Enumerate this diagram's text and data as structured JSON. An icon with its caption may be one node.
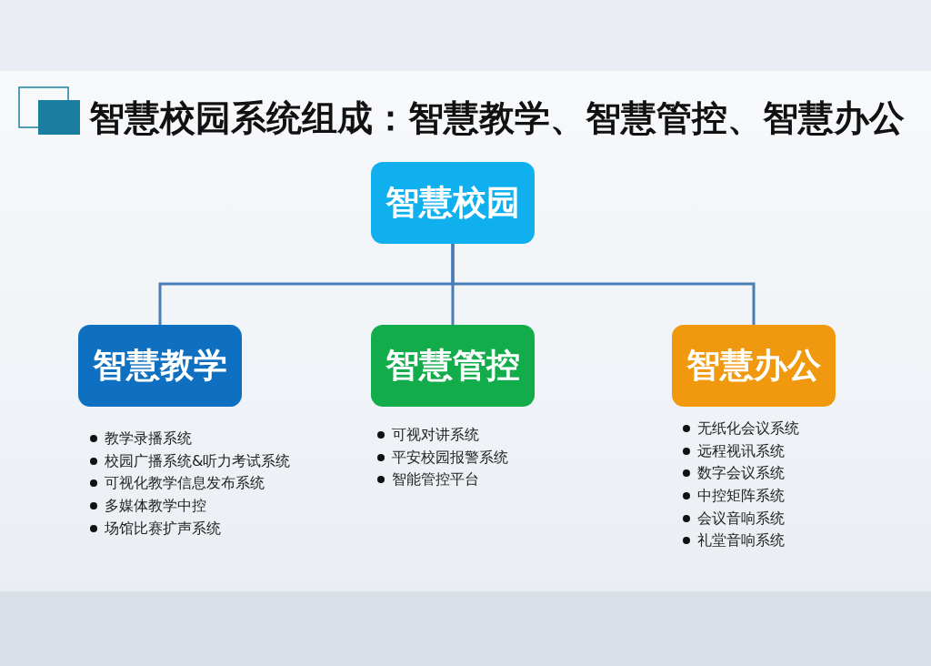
{
  "diagram": {
    "title": "智慧校园系统组成：智慧教学、智慧管控、智慧办公",
    "nodes": [
      {
        "text": [
          "智慧校园"
        ]
      },
      {
        "text": [
          "智慧教学"
        ],
        "beside": [
          "教学录播系统",
          "校园广播系统&听力考试系统",
          "可视化教学信息发布系统",
          "多媒体教学中控",
          "场馆比赛扩声系统"
        ]
      },
      {
        "text": [
          "智慧管控"
        ],
        "beside": [
          "可视对讲系统",
          "平安校园报警系统",
          "智能管控平台"
        ]
      },
      {
        "text": [
          "智慧办公"
        ],
        "beside": [
          "无纸化会议系统",
          "远程视讯系统",
          "数字会议系统",
          "中控矩阵系统",
          "会议音响系统",
          "礼堂音响系统"
        ]
      }
    ],
    "edges": [
      {
        "from": 0,
        "to": 1,
        "arrow": "none"
      },
      {
        "from": 0,
        "to": 2,
        "arrow": "none"
      },
      {
        "from": 0,
        "to": 3,
        "arrow": "none"
      }
    ]
  }
}
